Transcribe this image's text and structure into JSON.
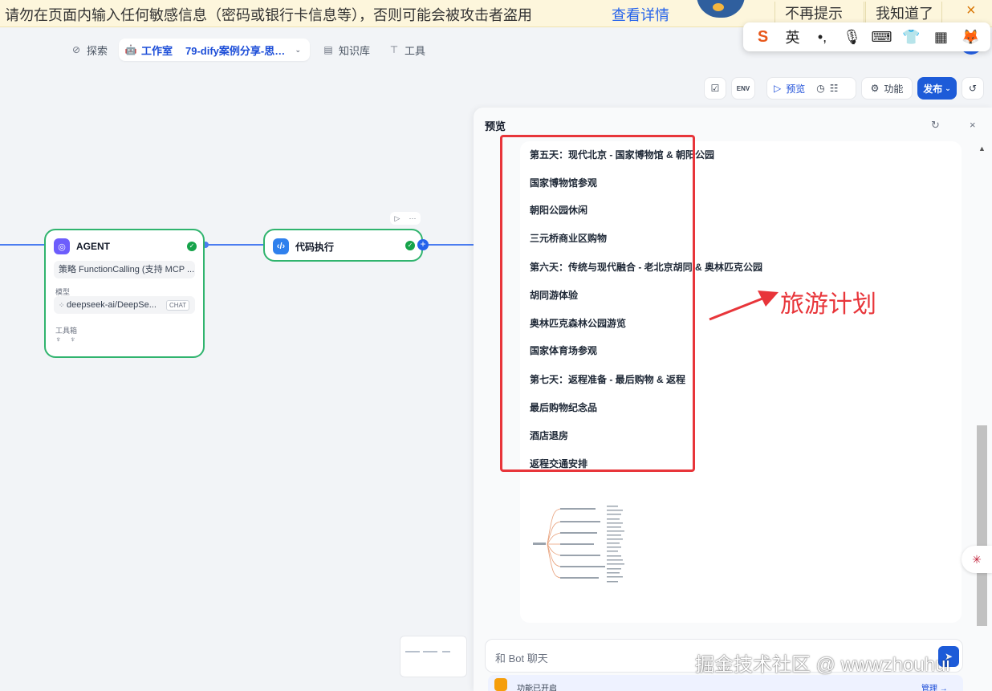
{
  "banner": {
    "warning": "请勿在页面内输入任何敏感信息（密码或银行卡信息等），否则可能会被攻击者盗用",
    "link": "查看详情",
    "dont_remind": "不再提示",
    "got_it": "我知道了",
    "close": "×"
  },
  "ime": {
    "logo": "S",
    "lang": "英",
    "punct": "•,",
    "mic": "🎙",
    "keyboard": "⌨",
    "skin": "👕",
    "grid": "▦",
    "more": "🦊"
  },
  "nav": {
    "explore": "探索",
    "studio": "工作室",
    "app_name": "79-dify案例分享-思维...",
    "knowledge": "知识库",
    "tools": "工具"
  },
  "toolbar": {
    "env": "ENV",
    "preview": "预览",
    "features": "功能",
    "publish": "发布"
  },
  "nodes": {
    "agent": {
      "title": "AGENT",
      "strategy": "策略 FunctionCalling (支持 MCP ...",
      "model_label": "模型",
      "model": "deepseek-ai/DeepSe...",
      "model_tag": "CHAT",
      "tools_label": "工具箱"
    },
    "code": {
      "title": "代码执行"
    }
  },
  "preview": {
    "title": "预览",
    "itinerary": [
      "第五天：现代北京 - 国家博物馆 & 朝阳公园",
      "国家博物馆参观",
      "朝阳公园休闲",
      "三元桥商业区购物",
      "第六天：传统与现代融合 - 老北京胡同 & 奥林匹克公园",
      "胡同游体验",
      "奥林匹克森林公园游览",
      "国家体育场参观",
      "第七天：返程准备 - 最后购物 & 返程",
      "最后购物纪念品",
      "酒店退房",
      "返程交通安排"
    ],
    "annotation": "旅游计划",
    "chat_placeholder": "和 Bot 聊天",
    "features_on": "功能已开启",
    "manage": "管理 →"
  },
  "watermark": "掘金技术社区 @ wwwzhouhui",
  "colors": {
    "accent": "#1d5bd8",
    "success": "#30b46e",
    "annotation": "#e8353a"
  }
}
